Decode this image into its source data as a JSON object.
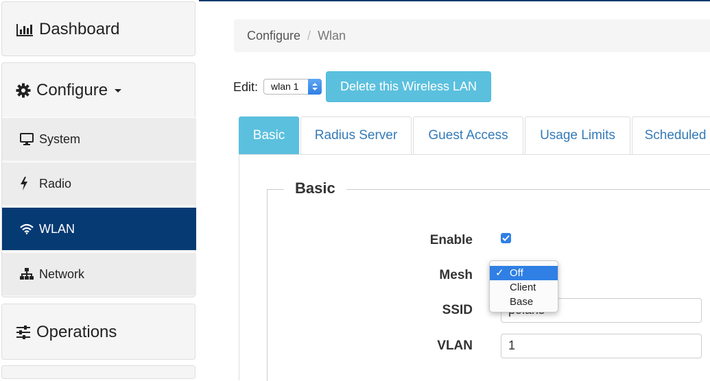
{
  "sidebar": {
    "dashboard_label": "Dashboard",
    "configure_label": "Configure",
    "operations_label": "Operations",
    "items": [
      {
        "label": "System",
        "icon": "monitor-icon"
      },
      {
        "label": "Radio",
        "icon": "bolt-icon"
      },
      {
        "label": "WLAN",
        "icon": "wifi-icon",
        "active": true
      },
      {
        "label": "Network",
        "icon": "sitemap-icon"
      }
    ]
  },
  "breadcrumb": {
    "root": "Configure",
    "separator": "/",
    "current": "Wlan"
  },
  "edit": {
    "label": "Edit:",
    "selected_wlan": "wlan 1"
  },
  "delete_button": "Delete this Wireless LAN",
  "tabs": [
    {
      "label": "Basic",
      "active": true
    },
    {
      "label": "Radius Server"
    },
    {
      "label": "Guest Access"
    },
    {
      "label": "Usage Limits"
    },
    {
      "label": "Scheduled"
    }
  ],
  "form": {
    "legend": "Basic",
    "enable_label": "Enable",
    "enable_checked": true,
    "mesh_label": "Mesh",
    "mesh_options": [
      "Off",
      "Client",
      "Base"
    ],
    "mesh_selected": "Off",
    "ssid_label": "SSID",
    "ssid_value": "polaris",
    "vlan_label": "VLAN",
    "vlan_value": "1"
  },
  "colors": {
    "active_nav": "#063a73",
    "info_button": "#5bc0de",
    "link": "#337ab7",
    "select_highlight": "#2f7fe4"
  }
}
